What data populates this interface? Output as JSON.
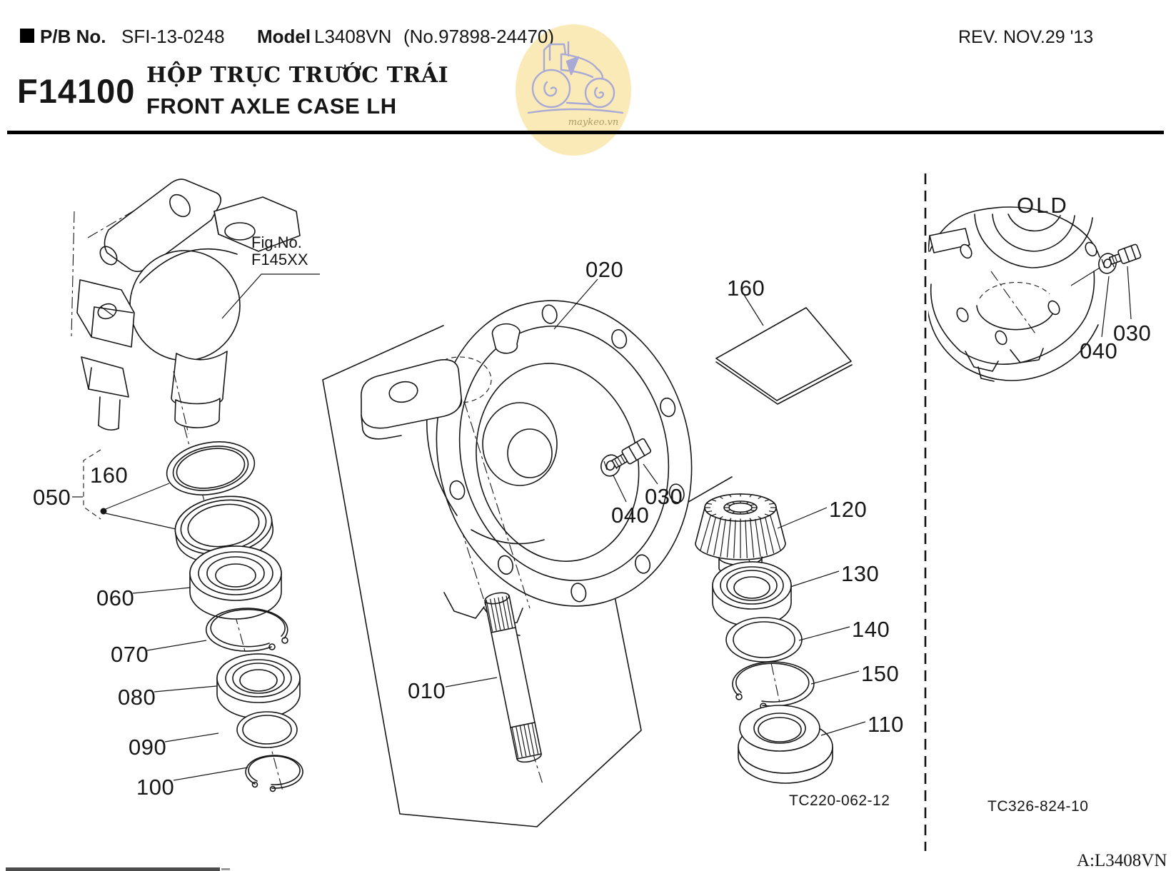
{
  "header": {
    "pb_label": "P/B No.",
    "pb_value": "SFI-13-0248",
    "model_label": "Model",
    "model_value": "L3408VN",
    "serial_no": "(No.97898-24470)",
    "revision": "REV. NOV.29 '13",
    "fig_code": "F14100",
    "title_vietnamese": "HỘP TRỤC TRƯỚC TRÁI",
    "title_english": "FRONT AXLE CASE LH"
  },
  "watermark": {
    "site_text": "maykeo.vn",
    "circle_color": "#f7dd8c",
    "tractor_line_color": "#a9a9d6"
  },
  "figure_reference": {
    "label": "Fig.No.",
    "value": "F145XX"
  },
  "old_section": {
    "title": "OLD",
    "drawing_code": "TC326-824-10",
    "washer_ref": "040",
    "plug_ref": "030"
  },
  "main_drawing_code": "TC220-062-12",
  "footer_code": "A:L3408VN",
  "parts": {
    "axle_shaft": "010",
    "axle_case": "020",
    "plug": "030",
    "washer": "040",
    "seal_kit": "050",
    "kit_seal": "160",
    "bearing_mid": "060",
    "snap_ring_mid": "070",
    "bearing_low": "080",
    "seal_low": "090",
    "snap_ring_low": "100",
    "seal_top": "110",
    "bevel_gear": "120",
    "bearing_gear": "130",
    "ring_gear": "140",
    "snap_ring_gear": "150",
    "gasket": "160"
  }
}
